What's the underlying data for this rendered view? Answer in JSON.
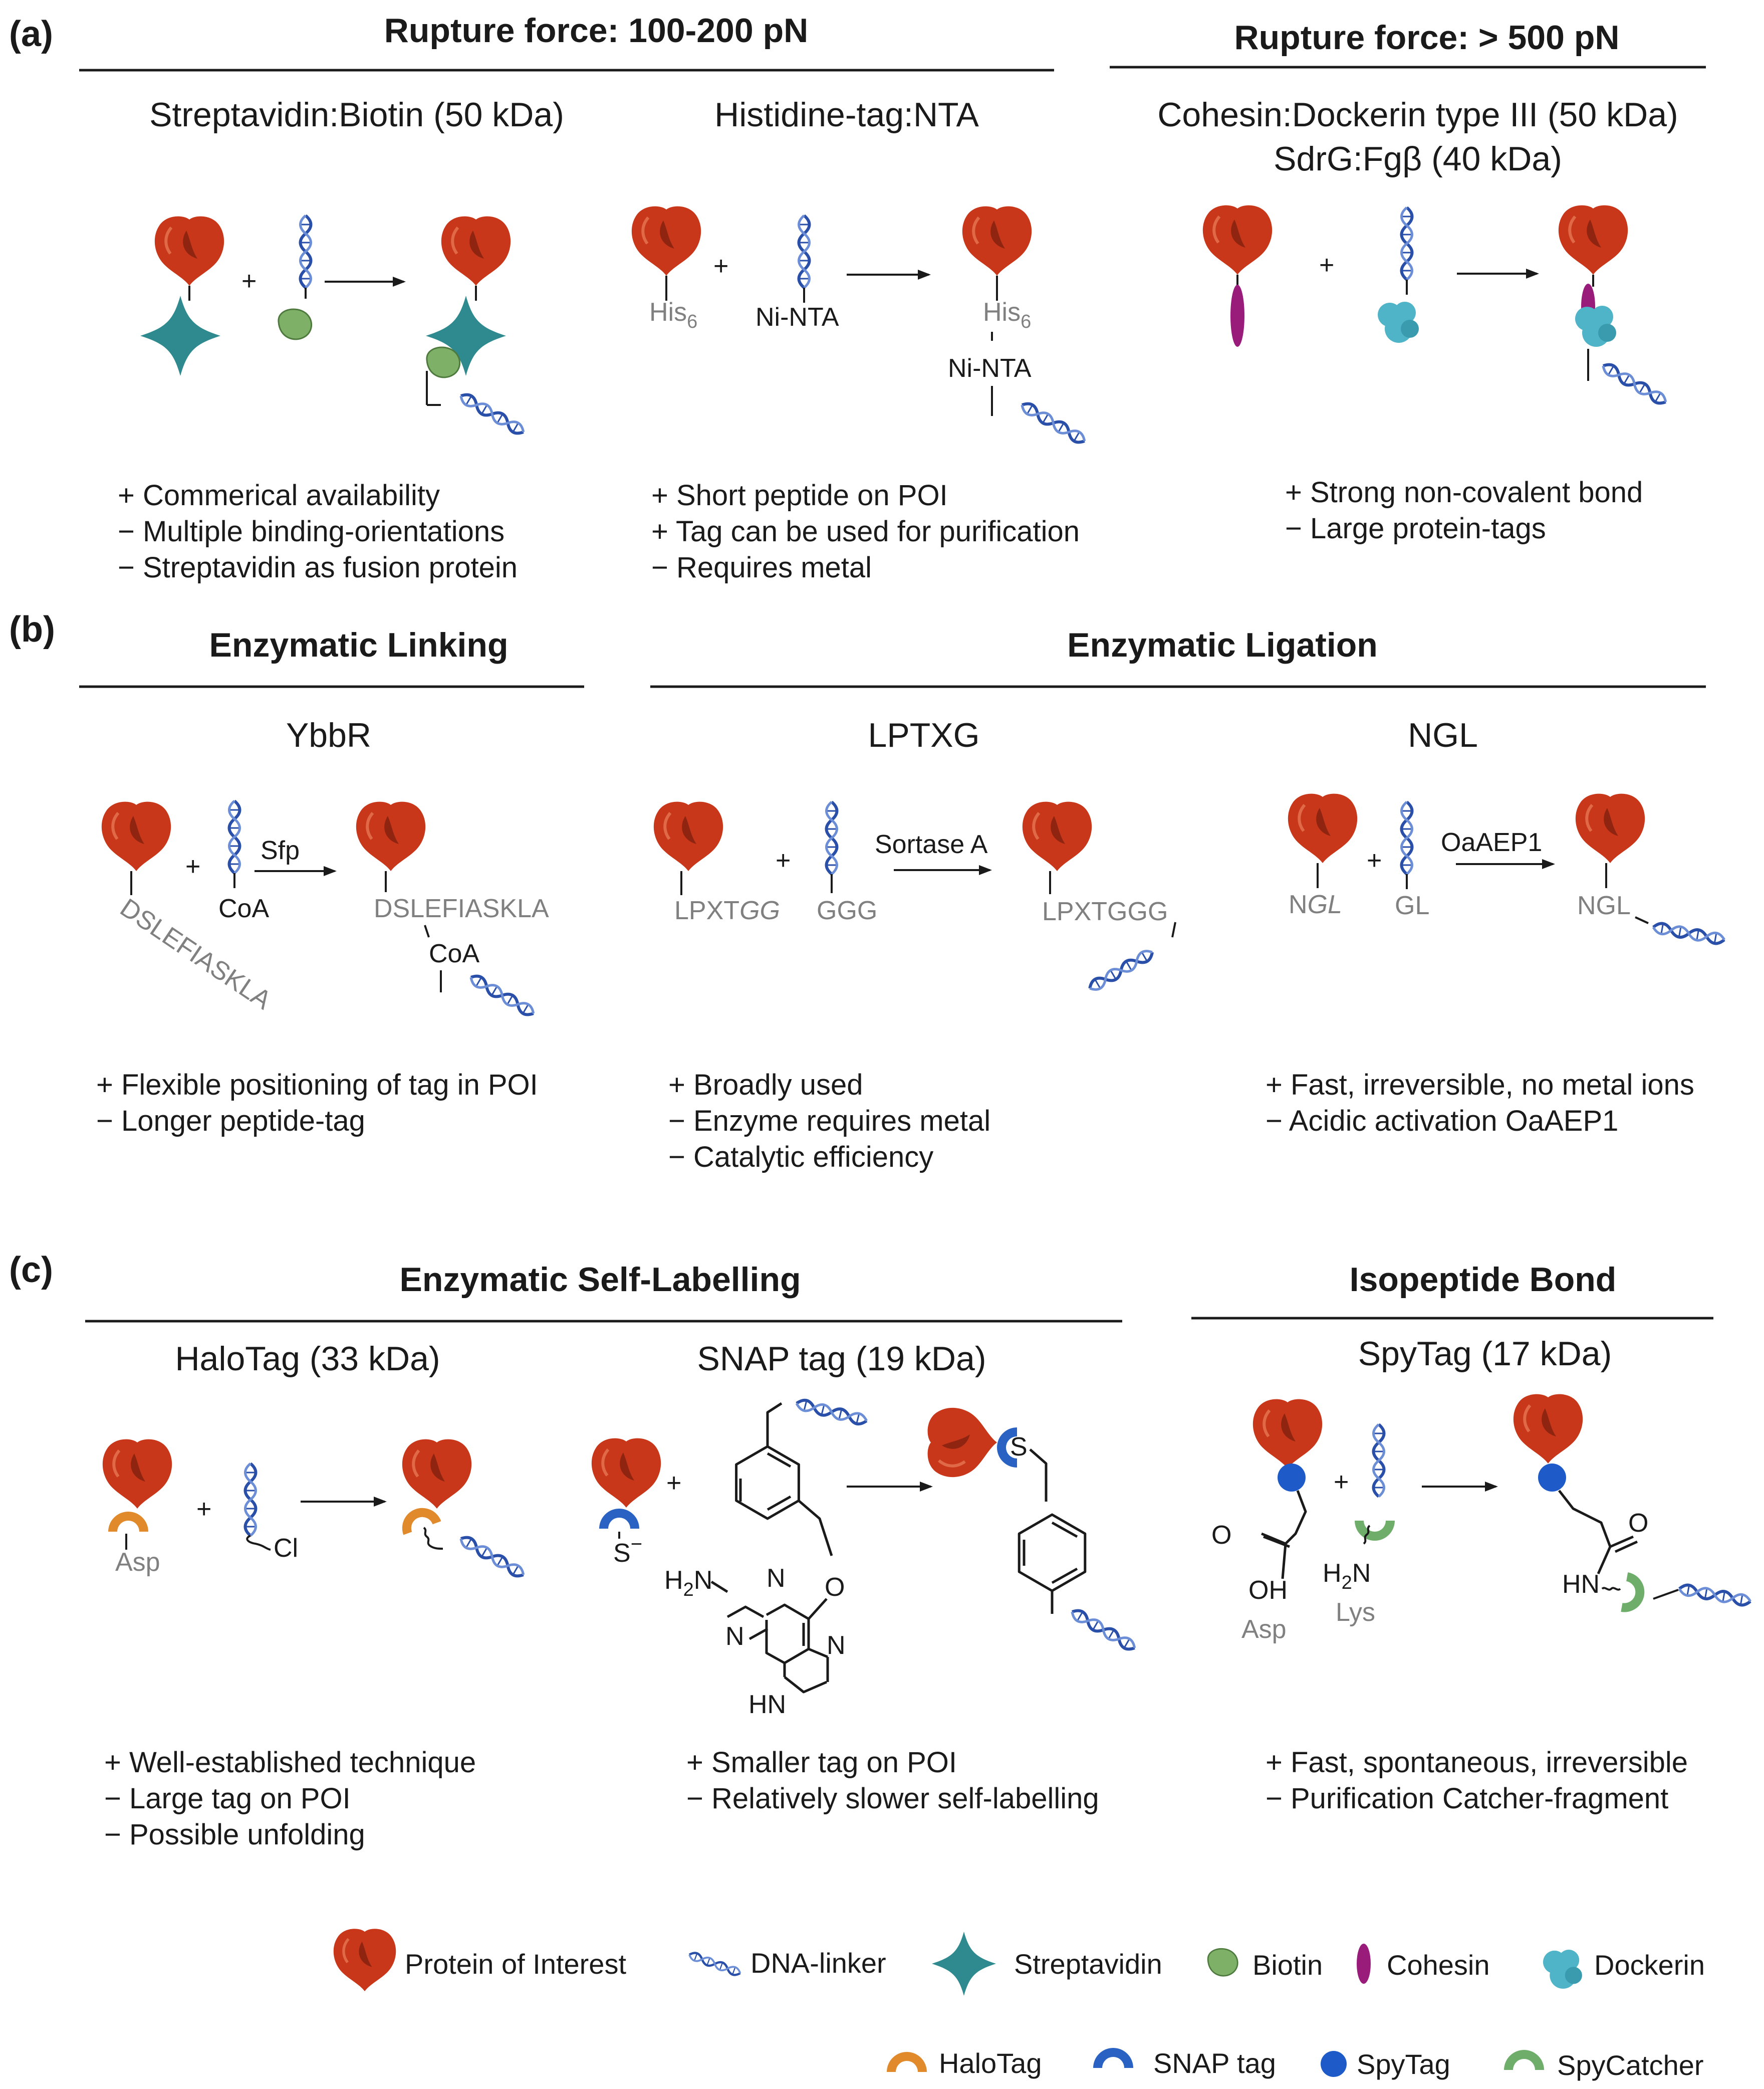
{
  "panels": {
    "a": {
      "label": "(a)",
      "headers": [
        "Rupture force: 100-200 pN",
        "Rupture force: > 500 pN"
      ],
      "titles": [
        "Streptavidin:Biotin (50 kDa)",
        "Histidine-tag:NTA",
        "Cohesin:Dockerin type III (50 kDa)",
        "SdrG:Fgβ (40 kDa)"
      ],
      "labels": {
        "his": "His",
        "his_sub": "6",
        "ninta": "Ni-NTA"
      },
      "pros_cons": [
        [
          "+ Commerical availability",
          "− Multiple binding-orientations",
          "− Streptavidin as fusion protein"
        ],
        [
          "+ Short peptide on POI",
          "+ Tag can be used for purification",
          "− Requires metal"
        ],
        [
          "+ Strong non-covalent bond",
          "− Large protein-tags"
        ]
      ]
    },
    "b": {
      "label": "(b)",
      "headers": [
        "Enzymatic Linking",
        "Enzymatic Ligation"
      ],
      "titles": [
        "YbbR",
        "LPTXG",
        "NGL"
      ],
      "labels": {
        "ybbr_seq": "DSLEFIASKLA",
        "coa": "CoA",
        "sfp": "Sfp",
        "lpxtgg_plain": "LPXT",
        "lpxtgg_italic": "GG",
        "ggg": "GGG",
        "sortase": "Sortase A",
        "lpxtggg": "LPXTGGG",
        "ngl_plain": "N",
        "ngl_italic": "GL",
        "gl": "GL",
        "oaaep1": "OaAEP1",
        "ngl": "NGL"
      },
      "pros_cons": [
        [
          "+ Flexible positioning of tag in POI",
          "− Longer peptide-tag"
        ],
        [
          "+ Broadly used",
          "− Enzyme requires metal",
          "− Catalytic efficiency"
        ],
        [
          "+ Fast, irreversible, no metal ions",
          "− Acidic activation OaAEP1"
        ]
      ]
    },
    "c": {
      "label": "(c)",
      "headers": [
        "Enzymatic Self-Labelling",
        "Isopeptide Bond"
      ],
      "titles": [
        "HaloTag (33 kDa)",
        "SNAP tag (19 kDa)",
        "SpyTag (17 kDa)"
      ],
      "labels": {
        "asp": "Asp",
        "cl": "Cl",
        "s_minus": "S",
        "minus": "−",
        "s": "S",
        "h2n": "H",
        "h2n_sub": "2",
        "h2n_n": "N",
        "n": "N",
        "o": "O",
        "hn": "HN",
        "oh": "OH",
        "lys": "Lys",
        "hn2": "HN"
      },
      "pros_cons": [
        [
          "+ Well-established technique",
          "− Large tag on POI",
          "− Possible unfolding"
        ],
        [
          "+ Smaller tag on POI",
          "− Relatively slower self-labelling"
        ],
        [
          "+ Fast, spontaneous, irreversible",
          "− Purification Catcher-fragment"
        ]
      ]
    }
  },
  "symbols": {
    "plus": "+"
  },
  "legend": {
    "row1": [
      "Protein of Interest",
      "DNA-linker",
      "Streptavidin",
      "Biotin",
      "Cohesin",
      "Dockerin"
    ],
    "row2": [
      "HaloTag",
      "SNAP tag",
      "SpyTag",
      "SpyCatcher"
    ]
  },
  "colors": {
    "protein": "#C8371A",
    "dna": "#2A4FA8",
    "streptavidin": "#2E8A8E",
    "biotin": "#7FB068",
    "cohesin": "#9A1C7A",
    "dockerin": "#4FB4C7",
    "halotag": "#E08A2C",
    "snaptag": "#2A62C4",
    "spytag": "#1F5BC8",
    "spycatcher": "#6FAE6A"
  }
}
